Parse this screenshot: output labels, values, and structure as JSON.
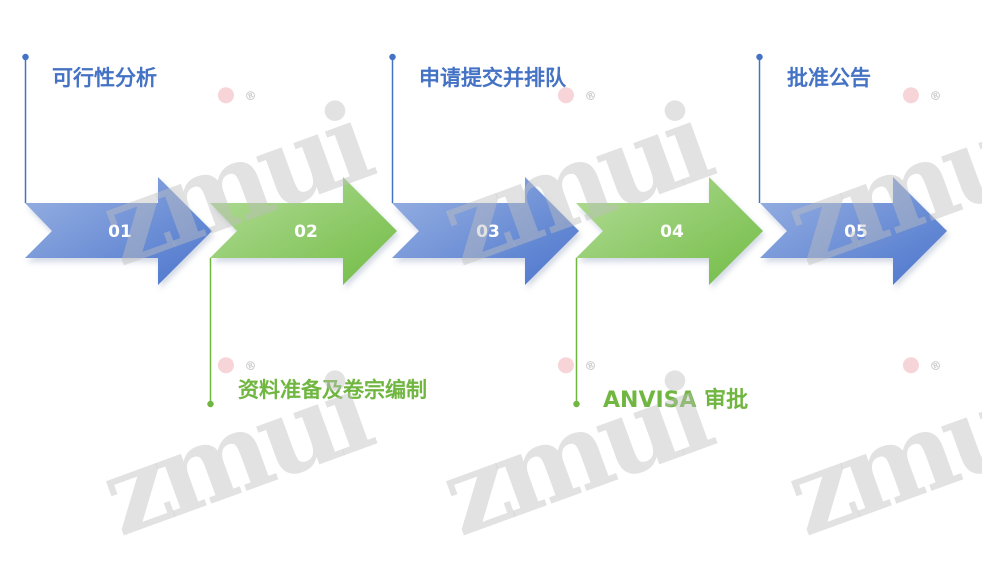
{
  "steps": [
    {
      "number": "01",
      "label": "可行性分析",
      "color": "blue"
    },
    {
      "number": "02",
      "label": "资料准备及卷宗编制",
      "color": "green"
    },
    {
      "number": "03",
      "label": "申请提交并排队",
      "color": "blue"
    },
    {
      "number": "04",
      "label": "ANVISA 审批",
      "color": "green"
    },
    {
      "number": "05",
      "label": "批准公告",
      "color": "blue"
    }
  ],
  "watermark": {
    "text": "zmui",
    "mark": "®"
  },
  "colors": {
    "blue": "#4472c4",
    "blue_light": "#8eaadf",
    "green": "#70b641",
    "green_light": "#a9d68a"
  }
}
